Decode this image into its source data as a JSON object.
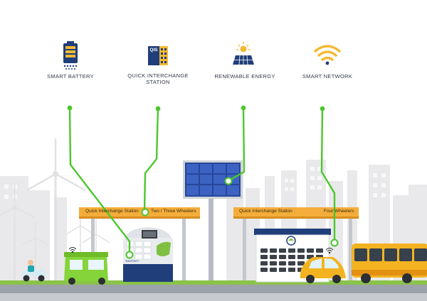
{
  "features": [
    {
      "id": "smart-battery",
      "label": "SMART BATTERY",
      "icon": "battery-icon"
    },
    {
      "id": "quick-interchange-station",
      "label_line1": "QUICK INTERCHANGE",
      "label_line2": "STATION",
      "icon_text": "QIS",
      "icon": "qis-station-icon"
    },
    {
      "id": "renewable-energy",
      "label": "RENEWABLE ENERGY",
      "icon": "solar-panel-icon"
    },
    {
      "id": "smart-network",
      "label": "SMART NETWORK",
      "icon": "wifi-icon"
    }
  ],
  "stations": {
    "left": {
      "name": "Quick Interchange Station",
      "vehicle_type": "Two / Three Wheelers",
      "kiosk_brand": "SMARTBOT"
    },
    "right": {
      "name": "Quick Interchange Station",
      "vehicle_type": "Four Wheelers"
    }
  },
  "colors": {
    "connector": "#4cc72c",
    "canopy": "#f4ad3a",
    "solar_panel": "#2a4fa6",
    "city": "#e8e8ea",
    "ground": "#8bc34a",
    "bus": "#f3b321",
    "car": "#f3b321",
    "rickshaw": "#84d43a",
    "navy": "#1f3e7a"
  }
}
